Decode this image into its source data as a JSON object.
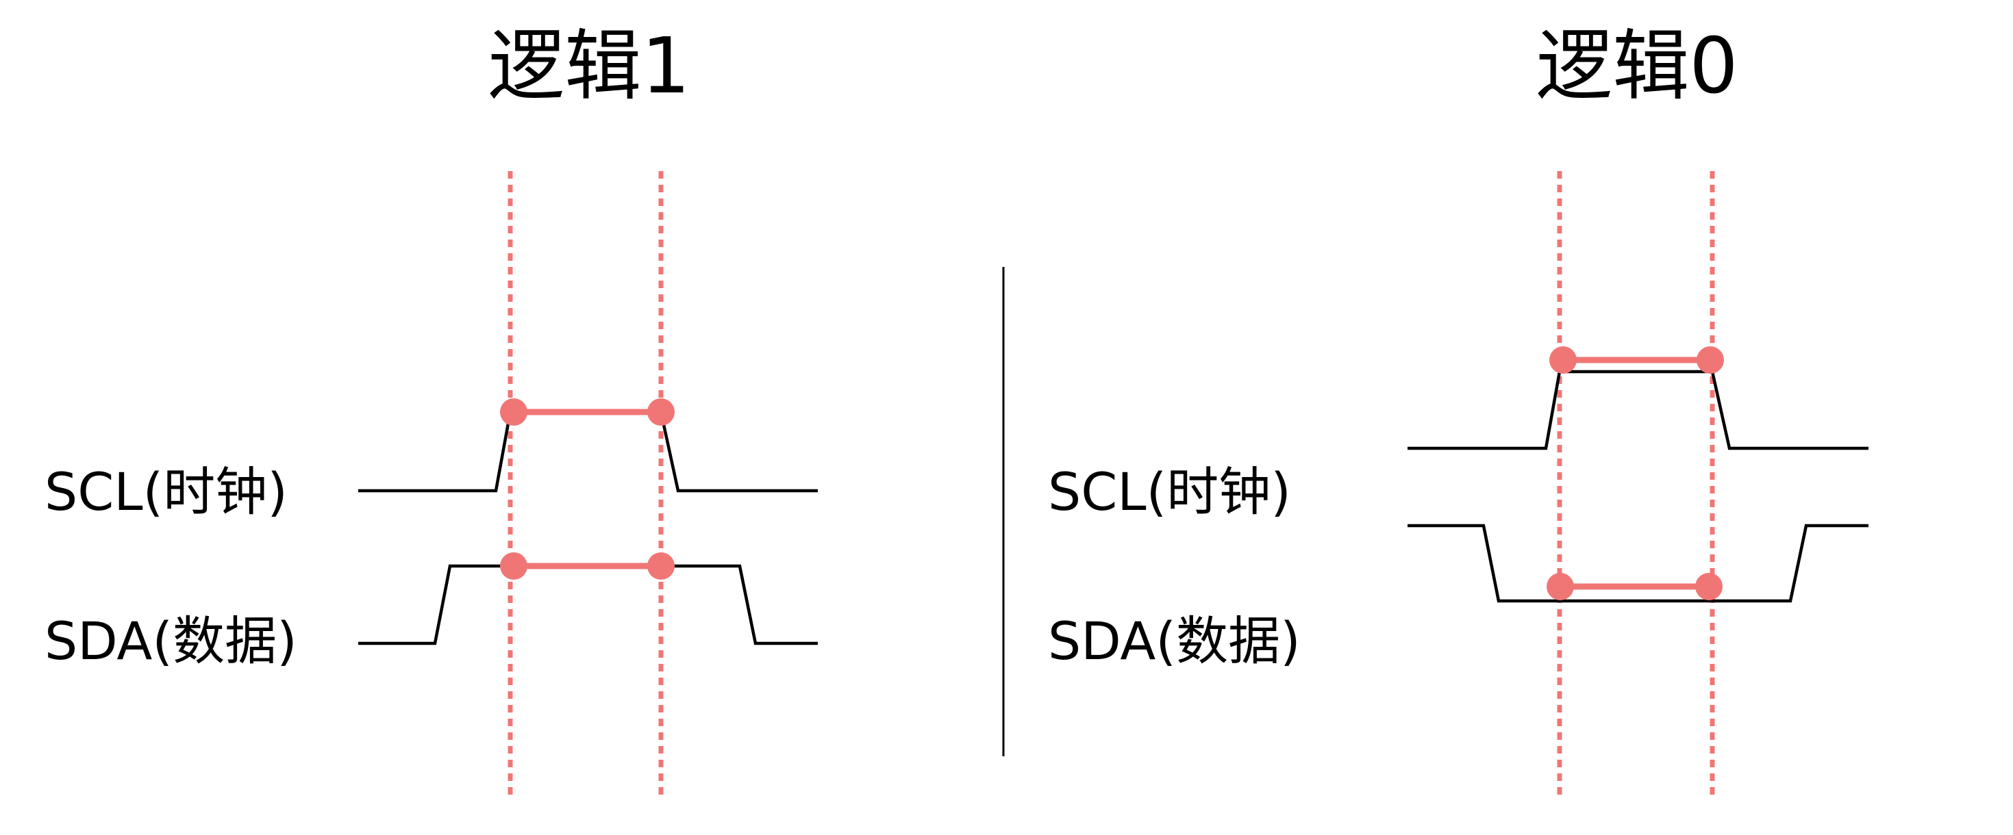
{
  "colors": {
    "accent": "#f07676",
    "line": "#000000",
    "background": "#ffffff"
  },
  "panels": [
    {
      "title": "逻辑1",
      "scl_label": "SCL(时钟)",
      "sda_label": "SDA(数据)",
      "scl_level": "high",
      "sda_level": "high"
    },
    {
      "title": "逻辑0",
      "scl_label": "SCL(时钟)",
      "sda_label": "SDA(数据)",
      "scl_level": "high",
      "sda_level": "low"
    }
  ]
}
